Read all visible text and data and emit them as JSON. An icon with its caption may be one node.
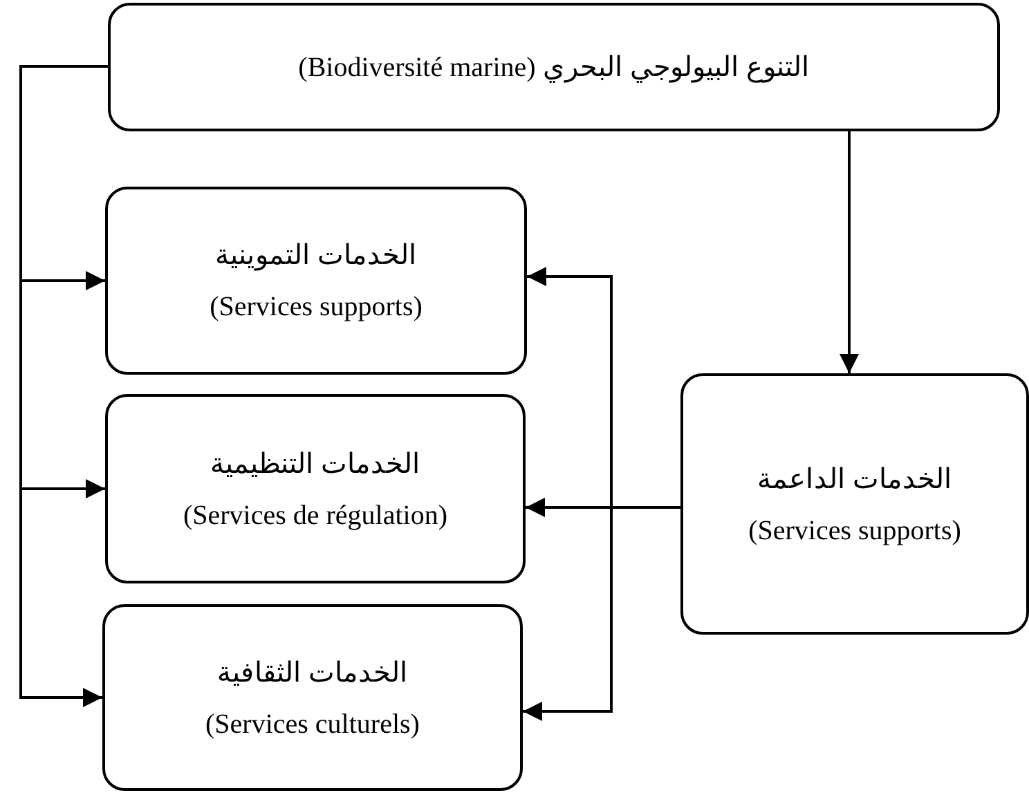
{
  "diagram": {
    "nodes": [
      {
        "text": [
          "التنوع البيولوجي البحري (Biodiversité marine)"
        ]
      },
      {
        "text": [
          "الخدمات التموينية",
          "(Services supports)"
        ]
      },
      {
        "text": [
          "الخدمات التنظيمية",
          "(Services de régulation)"
        ]
      },
      {
        "text": [
          "الخدمات الثقافية",
          "(Services culturels)"
        ]
      },
      {
        "text": [
          "الخدمات الداعمة",
          "(Services supports)"
        ]
      }
    ],
    "edges": [
      {
        "from": 0,
        "to": 1,
        "arrow": "to"
      },
      {
        "from": 0,
        "to": 2,
        "arrow": "to"
      },
      {
        "from": 0,
        "to": 3,
        "arrow": "to"
      },
      {
        "from": 0,
        "to": 4,
        "arrow": "to"
      },
      {
        "from": 4,
        "to": 1,
        "arrow": "to"
      },
      {
        "from": 4,
        "to": 2,
        "arrow": "to"
      },
      {
        "from": 4,
        "to": 3,
        "arrow": "to"
      }
    ]
  }
}
